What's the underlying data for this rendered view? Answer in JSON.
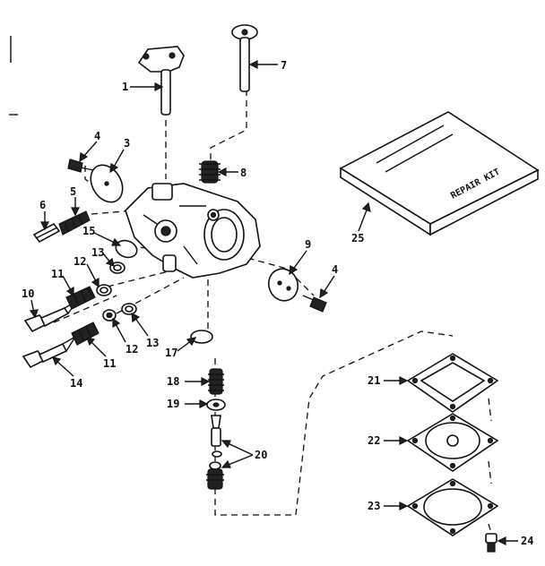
{
  "kit_label": "REPAIR KIT",
  "callouts": [
    {
      "id": "c1",
      "text": "1"
    },
    {
      "id": "c7",
      "text": "7"
    },
    {
      "id": "c4a",
      "text": "4"
    },
    {
      "id": "c3",
      "text": "3"
    },
    {
      "id": "c8",
      "text": "8"
    },
    {
      "id": "c6",
      "text": "6"
    },
    {
      "id": "c5",
      "text": "5"
    },
    {
      "id": "c25",
      "text": "25"
    },
    {
      "id": "c15",
      "text": "15"
    },
    {
      "id": "c13a",
      "text": "13"
    },
    {
      "id": "c12a",
      "text": "12"
    },
    {
      "id": "c11a",
      "text": "11"
    },
    {
      "id": "c10",
      "text": "10"
    },
    {
      "id": "c9",
      "text": "9"
    },
    {
      "id": "c4b",
      "text": "4"
    },
    {
      "id": "c12b",
      "text": "12"
    },
    {
      "id": "c13b",
      "text": "13"
    },
    {
      "id": "c11b",
      "text": "11"
    },
    {
      "id": "c14",
      "text": "14"
    },
    {
      "id": "c17",
      "text": "17"
    },
    {
      "id": "c18",
      "text": "18"
    },
    {
      "id": "c19",
      "text": "19"
    },
    {
      "id": "c20",
      "text": "20"
    },
    {
      "id": "c21",
      "text": "21"
    },
    {
      "id": "c22",
      "text": "22"
    },
    {
      "id": "c23",
      "text": "23"
    },
    {
      "id": "c24",
      "text": "24"
    }
  ]
}
